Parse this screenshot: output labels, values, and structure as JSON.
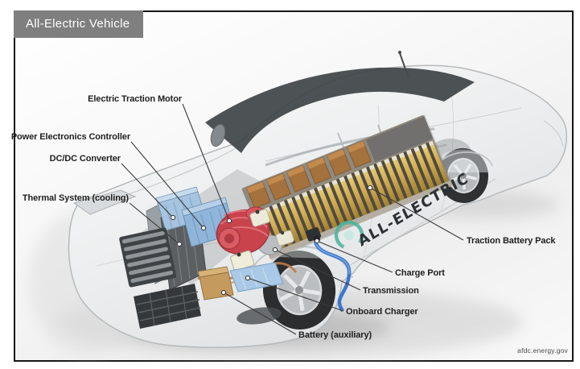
{
  "frame": {
    "title": "All-Electric Vehicle",
    "attribution": "afdc.energy.gov"
  },
  "vehicle": {
    "side_text": "ALL-ELECTRIC",
    "logo_icon": "ev-ring-logo"
  },
  "colors": {
    "badge_bg": "#7f7f7f",
    "badge_text": "#ffffff",
    "label_text": "#1f1f1f",
    "leader_line": "#3a3a3a",
    "battery_gold": "#d1ac4e",
    "module_brown": "#a5713c",
    "electronics_blue": "#9cc0e0",
    "motor_red": "#cf4750",
    "onboard_charger_blue": "#a9c9e6",
    "aux_battery_tan": "#c49a5f",
    "cable_blue": "#3c77cf",
    "logo_teal": "#49b39a",
    "body_gray": "#eceff1"
  },
  "callouts": [
    {
      "label": "Electric Traction Motor"
    },
    {
      "label": "Power Electronics Controller"
    },
    {
      "label": "DC/DC Converter"
    },
    {
      "label": "Thermal System (cooling)"
    },
    {
      "label": "Traction Battery Pack"
    },
    {
      "label": "Charge Port"
    },
    {
      "label": "Transmission"
    },
    {
      "label": "Onboard Charger"
    },
    {
      "label": "Battery (auxiliary)"
    }
  ]
}
